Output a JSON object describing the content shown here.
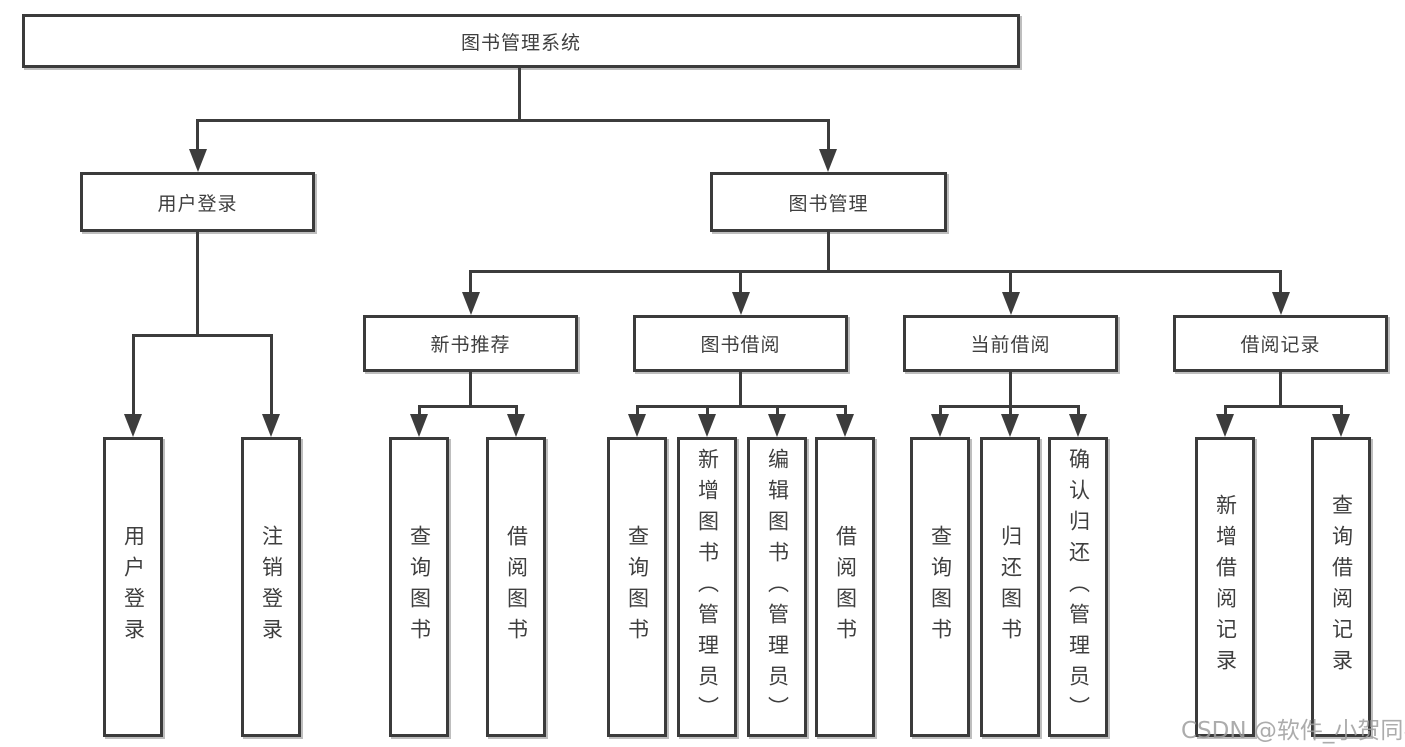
{
  "diagram": {
    "title": "图书管理系统",
    "nodes": {
      "root": {
        "label": "图书管理系统"
      },
      "user_login": {
        "label": "用户登录"
      },
      "book_mgmt": {
        "label": "图书管理"
      },
      "new_book_rec": {
        "label": "新书推荐"
      },
      "book_borrow": {
        "label": "图书借阅"
      },
      "current_borrow": {
        "label": "当前借阅"
      },
      "borrow_record": {
        "label": "借阅记录"
      },
      "leaves": [
        {
          "label": "用户登录",
          "parent": "用户登录"
        },
        {
          "label": "注销登录",
          "parent": "用户登录"
        },
        {
          "label": "查询图书",
          "parent": "新书推荐"
        },
        {
          "label": "借阅图书",
          "parent": "新书推荐"
        },
        {
          "label": "查询图书",
          "parent": "图书借阅"
        },
        {
          "label": "新增图书（管理员）",
          "parent": "图书借阅"
        },
        {
          "label": "编辑图书（管理员）",
          "parent": "图书借阅"
        },
        {
          "label": "借阅图书",
          "parent": "图书借阅"
        },
        {
          "label": "查询图书",
          "parent": "当前借阅"
        },
        {
          "label": "归还图书",
          "parent": "当前借阅"
        },
        {
          "label": "确认归还（管理员）",
          "parent": "当前借阅"
        },
        {
          "label": "新增借阅记录",
          "parent": "借阅记录"
        },
        {
          "label": "查询借阅记录",
          "parent": "借阅记录"
        }
      ]
    },
    "colors": {
      "line": "#3c3c3c",
      "box_border": "#3b3b3b",
      "text": "#3f3f3f",
      "background": "#ffffff",
      "watermark": "#9e9e9e"
    }
  },
  "watermark": {
    "text": "CSDN @软件_小贺同学"
  }
}
